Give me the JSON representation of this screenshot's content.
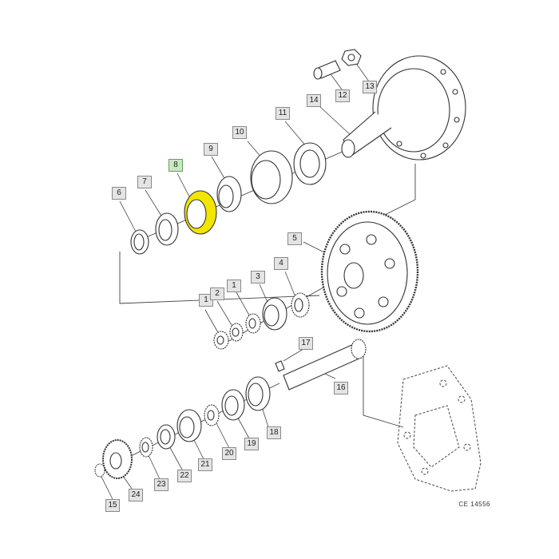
{
  "diagram": {
    "callouts": [
      {
        "id": "c1",
        "label": "1"
      },
      {
        "id": "c2",
        "label": "1"
      },
      {
        "id": "c3",
        "label": "2"
      },
      {
        "id": "c4",
        "label": "3"
      },
      {
        "id": "c5",
        "label": "4"
      },
      {
        "id": "c6",
        "label": "5"
      },
      {
        "id": "c7",
        "label": "6"
      },
      {
        "id": "c8",
        "label": "7"
      },
      {
        "id": "c9",
        "label": "8"
      },
      {
        "id": "c10",
        "label": "9"
      },
      {
        "id": "c11",
        "label": "10"
      },
      {
        "id": "c12",
        "label": "11"
      },
      {
        "id": "c13",
        "label": "12"
      },
      {
        "id": "c14",
        "label": "13"
      },
      {
        "id": "c15",
        "label": "14"
      },
      {
        "id": "c16",
        "label": "15"
      },
      {
        "id": "c17",
        "label": "16"
      },
      {
        "id": "c18",
        "label": "17"
      },
      {
        "id": "c19",
        "label": "18"
      },
      {
        "id": "c20",
        "label": "19"
      },
      {
        "id": "c21",
        "label": "20"
      },
      {
        "id": "c22",
        "label": "21"
      },
      {
        "id": "c23",
        "label": "22"
      },
      {
        "id": "c24",
        "label": "23"
      },
      {
        "id": "c25",
        "label": "24"
      }
    ],
    "reference_code": "CE 14556",
    "highlighted_part": "8",
    "colors": {
      "line": "#333333",
      "callout_fill": "#e4e4e4",
      "callout_highlight": "#c9e8c1",
      "part_highlight": "#f2e600"
    }
  }
}
